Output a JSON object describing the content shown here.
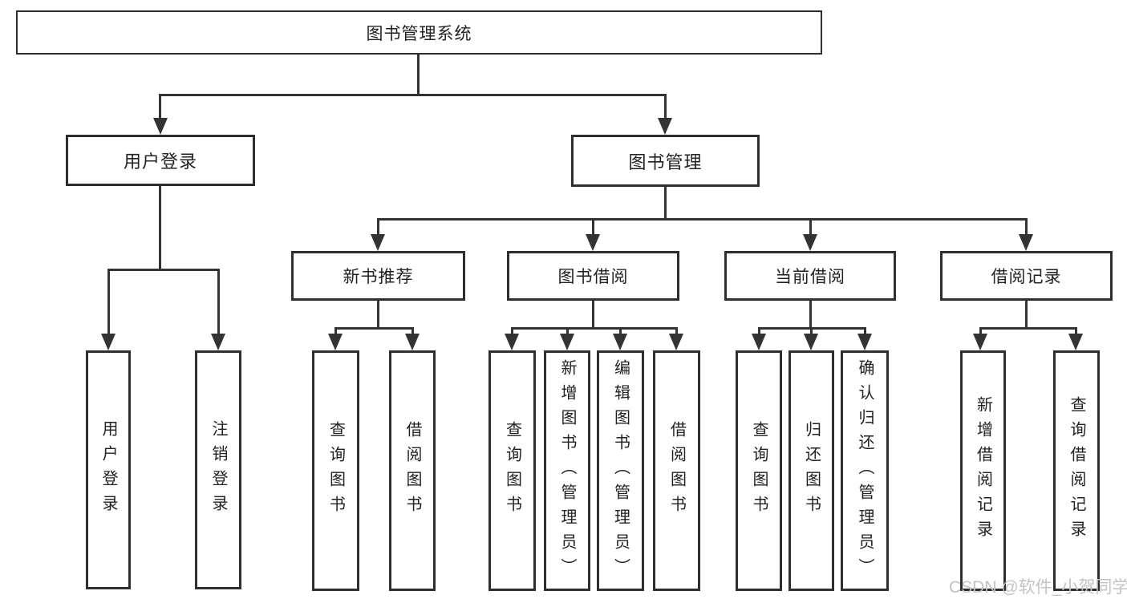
{
  "colors": {
    "line_color": "#333333",
    "border_color": "#2e2e2e",
    "text_color": "#222222",
    "box_bg": "#ffffff",
    "watermark_color": "#c3c3c3"
  },
  "tree": {
    "root": {
      "label": "图书管理系统"
    },
    "user_login": {
      "label": "用户登录",
      "children": [
        {
          "label": "用户登录"
        },
        {
          "label": "注销登录"
        }
      ]
    },
    "book_management": {
      "label": "图书管理",
      "sections": [
        {
          "label": "新书推荐",
          "children": [
            {
              "label": "查询图书"
            },
            {
              "label": "借阅图书"
            }
          ]
        },
        {
          "label": "图书借阅",
          "children": [
            {
              "label": "查询图书"
            },
            {
              "label": "新增图书（管理员）"
            },
            {
              "label": "编辑图书（管理员）"
            },
            {
              "label": "借阅图书"
            }
          ]
        },
        {
          "label": "当前借阅",
          "children": [
            {
              "label": "查询图书"
            },
            {
              "label": "归还图书"
            },
            {
              "label": "确认归还（管理员）"
            }
          ]
        },
        {
          "label": "借阅记录",
          "children": [
            {
              "label": "新增借阅记录"
            },
            {
              "label": "查询借阅记录"
            }
          ]
        }
      ]
    }
  },
  "watermark": {
    "text": "CSDN @软件_小贺同学"
  }
}
